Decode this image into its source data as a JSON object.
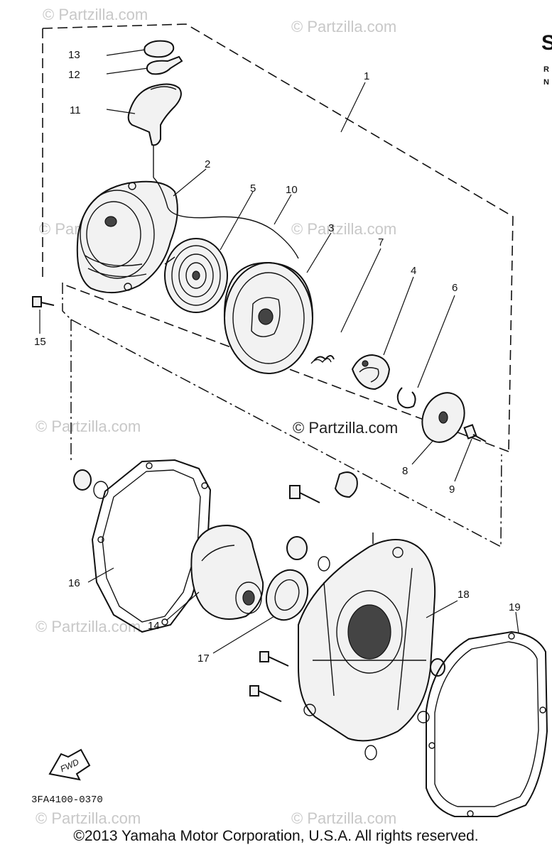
{
  "diagram": {
    "callouts": [
      "1",
      "2",
      "3",
      "4",
      "5",
      "6",
      "7",
      "8",
      "9",
      "10",
      "11",
      "12",
      "13",
      "14",
      "15",
      "16",
      "17",
      "18",
      "19"
    ],
    "fwd_label": "FWD",
    "diagram_code": "3FA4100-0370",
    "watermark": "© Partzilla.com",
    "side_heading": "S",
    "side_letters": [
      "R",
      "N"
    ]
  },
  "footer": {
    "copyright": "©2013 Yamaha Motor Corporation, U.S.A. All rights reserved."
  }
}
